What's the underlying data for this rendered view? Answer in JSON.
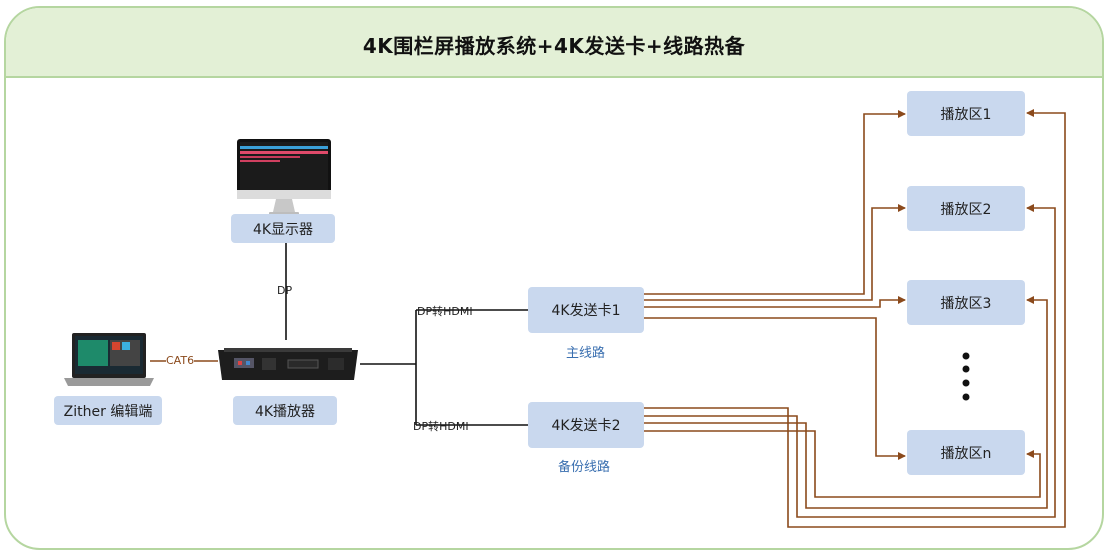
{
  "title": "4K围栏屏播放系统+4K发送卡+线路热备",
  "devices": {
    "monitor": "4K显示器",
    "player": "4K播放器",
    "editor": "Zither 编辑端",
    "card1": "4K发送卡1",
    "card2": "4K发送卡2"
  },
  "labels": {
    "dp": "DP",
    "cat6": "CAT6",
    "dp_hdmi_1": "DP转HDMI",
    "dp_hdmi_2": "DP转HDMI",
    "main_line": "主线路",
    "backup_line": "备份线路"
  },
  "zones": [
    "播放区1",
    "播放区2",
    "播放区3",
    "播放区n"
  ],
  "colors": {
    "header_bg": "#e3f0d6",
    "frame_border": "#b5d6a0",
    "box_bg": "#c9d8ee",
    "cable": "#8b4a1c",
    "line_label": "#3a6fb0"
  }
}
